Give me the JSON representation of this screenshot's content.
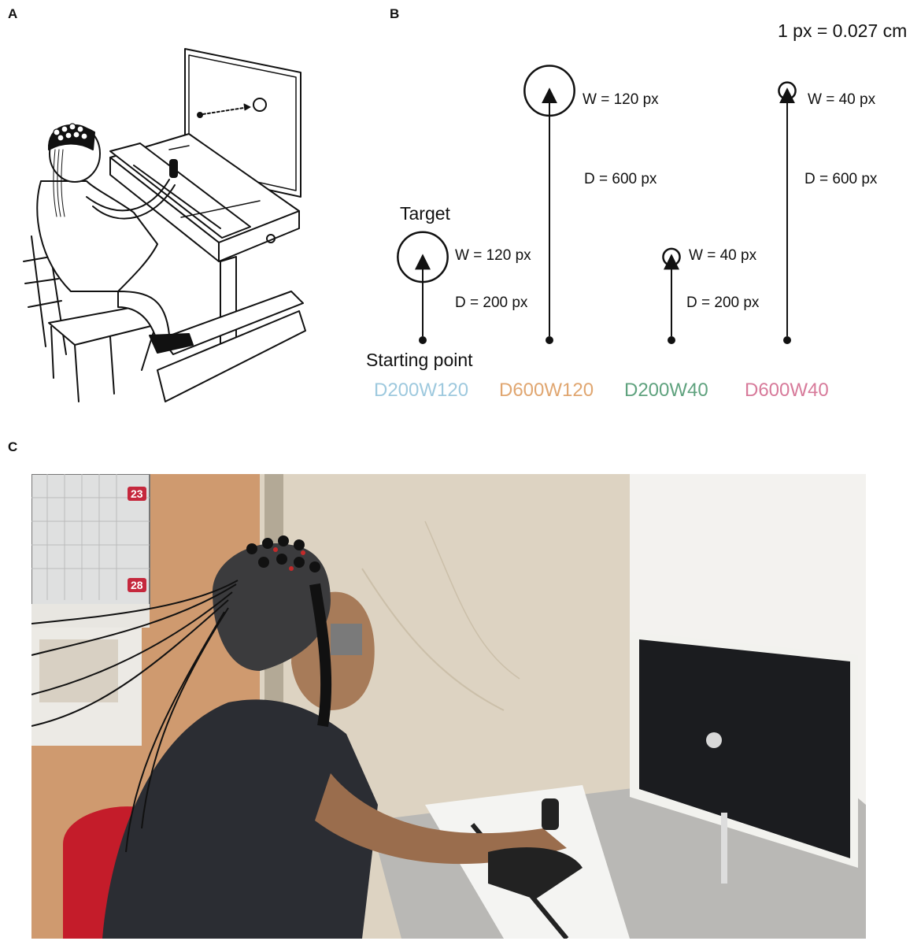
{
  "panels": {
    "a": {
      "letter": "A"
    },
    "b": {
      "letter": "B"
    },
    "c": {
      "letter": "C"
    }
  },
  "diagram": {
    "scale_note": "1 px = 0.027 cm",
    "target_label": "Target",
    "start_label": "Starting point",
    "conditions": [
      {
        "code": "D200W120",
        "w_label": "W = 120 px",
        "d_label": "D = 200 px",
        "color": "#9ec9de",
        "distance": 200,
        "width": 120
      },
      {
        "code": "D600W120",
        "w_label": "W = 120 px",
        "d_label": "D = 600 px",
        "color": "#e0a670",
        "distance": 600,
        "width": 120
      },
      {
        "code": "D200W40",
        "w_label": "W = 40 px",
        "d_label": "D = 200 px",
        "color": "#5fa27e",
        "distance": 200,
        "width": 40
      },
      {
        "code": "D600W40",
        "w_label": "W = 40 px",
        "d_label": "D = 600 px",
        "color": "#d77a9a",
        "distance": 600,
        "width": 40
      }
    ]
  },
  "photo": {
    "calendar_numbers": [
      "23",
      "28"
    ]
  },
  "colors": {
    "chair_red": "#c41c2a",
    "shirt": "#2b2d33",
    "monitor_frame": "#f2f2ee",
    "monitor_screen": "#1b1c1f",
    "wall": "#ddd3c2"
  }
}
